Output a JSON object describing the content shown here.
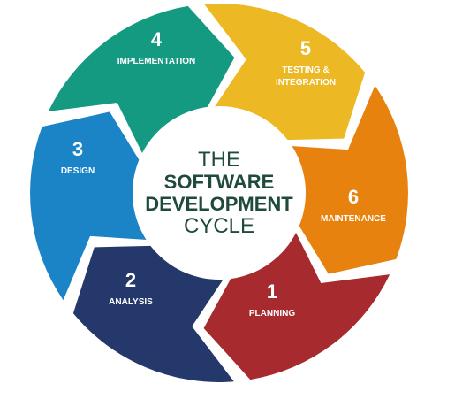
{
  "center": {
    "line1": "THE",
    "line2": "SOFTWARE",
    "line3": "DEVELOPMENT",
    "line4": "CYCLE",
    "color": "#1f4a3c"
  },
  "segments": [
    {
      "number": "1",
      "label_lines": [
        "PLANNING"
      ],
      "color": "#a62a2e"
    },
    {
      "number": "2",
      "label_lines": [
        "ANALYSIS"
      ],
      "color": "#24386b"
    },
    {
      "number": "3",
      "label_lines": [
        "DESIGN"
      ],
      "color": "#1b84c7"
    },
    {
      "number": "4",
      "label_lines": [
        "IMPLEMENTATION"
      ],
      "color": "#159a82"
    },
    {
      "number": "5",
      "label_lines": [
        "TESTING &",
        "INTEGRATION"
      ],
      "color": "#ecb824"
    },
    {
      "number": "6",
      "label_lines": [
        "MAINTENANCE"
      ],
      "color": "#e8820f"
    }
  ]
}
